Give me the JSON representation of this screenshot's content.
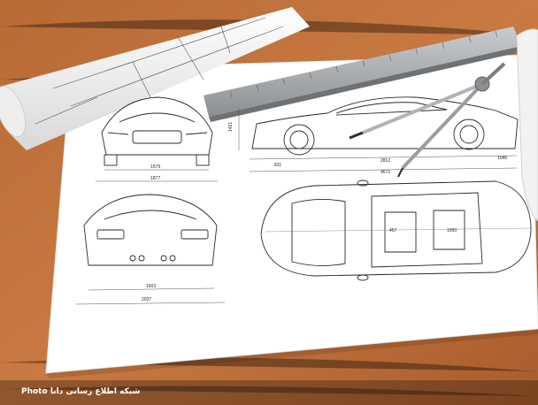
{
  "photo_credit": "Photo شبکه اطلاع رسانی دانا",
  "drawing": {
    "front_dimensions": [
      "1579",
      "1877"
    ],
    "rear_dimensions": [
      "1603",
      "2037"
    ],
    "side_dimensions": [
      "2812",
      "1046",
      "4671",
      "811"
    ],
    "height_dimension": "1421",
    "top_dimensions": [
      "457",
      "1000"
    ]
  },
  "colors": {
    "table": "#c0703a",
    "paper": "#ffffff",
    "ruler": "#a7aaad",
    "line": "#2a2a2a"
  }
}
